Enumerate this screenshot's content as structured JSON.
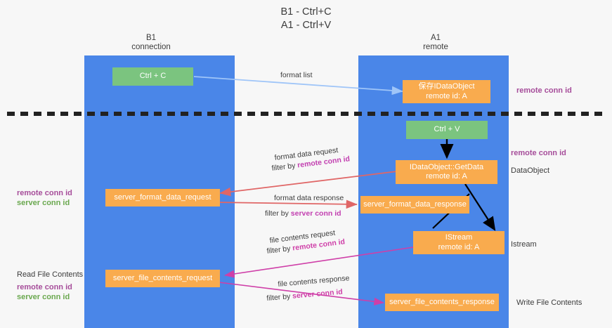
{
  "title": {
    "line1": "B1 - Ctrl+C",
    "line2": "A1 - Ctrl+V"
  },
  "lanes": [
    {
      "id": "b1",
      "name": "B1",
      "sub": "connection"
    },
    {
      "id": "a1",
      "name": "A1",
      "sub": "remote"
    }
  ],
  "boxes": {
    "ctrl_c": {
      "line1": "Ctrl + C",
      "line2": ""
    },
    "idataobject": {
      "line1": "保存IDataObject",
      "line2": "remote id: A"
    },
    "ctrl_v": {
      "line1": "Ctrl + V",
      "line2": ""
    },
    "getdata": {
      "line1": "IDataObject::GetData",
      "line2": "remote id: A"
    },
    "server_format_data_request": {
      "line1": "server_format_data_request",
      "line2": ""
    },
    "server_format_data_response": {
      "line1": "server_format_data_response",
      "line2": ""
    },
    "istream": {
      "line1": "IStream",
      "line2": "remote id: A"
    },
    "server_file_contents_request": {
      "line1": "server_file_contents_request",
      "line2": ""
    },
    "server_file_contents_response": {
      "line1": "server_file_contents_response",
      "line2": ""
    }
  },
  "captions": {
    "format_list": "format list",
    "format_data_request": "format data request",
    "format_data_request_filter_pre": "filter by ",
    "format_data_request_filter_em": "remote conn id",
    "format_data_response": "format data response",
    "format_data_response_filter_pre": "filter by ",
    "format_data_response_filter_em": "server conn id",
    "file_contents_request": "file contents request",
    "file_contents_request_filter_pre": "filter by ",
    "file_contents_request_filter_em": "remote conn id",
    "file_contents_response": "file contents response",
    "file_contents_response_filter_pre": "filter by ",
    "file_contents_response_filter_em": "server conn id"
  },
  "side_labels": {
    "right_remote_conn_id_top": "remote conn id",
    "right_remote_conn_id_mid": "remote conn id",
    "right_dataobject": "DataObject",
    "right_istream": "Istream",
    "right_write_file_contents": "Write File Contents",
    "left_remote_conn_id_mid": "remote conn id",
    "left_server_conn_id_mid": "server conn id",
    "left_read_file_contents": "Read File Contents",
    "left_remote_conn_id_bot": "remote conn id",
    "left_server_conn_id_bot": "server conn id"
  },
  "colors": {
    "lane": "#4a86e8",
    "box_orange": "#f9ab4e",
    "box_green": "#7bc47f",
    "purple": "#a64d9a",
    "green": "#6aa84f",
    "magenta": "#c23fb0",
    "arrow_blue": "#9fc5f8",
    "arrow_red": "#e06666",
    "arrow_pink": "#cf3fa8",
    "arrow_black": "#000000",
    "divider": "#222222",
    "background": "#f7f7f7"
  }
}
